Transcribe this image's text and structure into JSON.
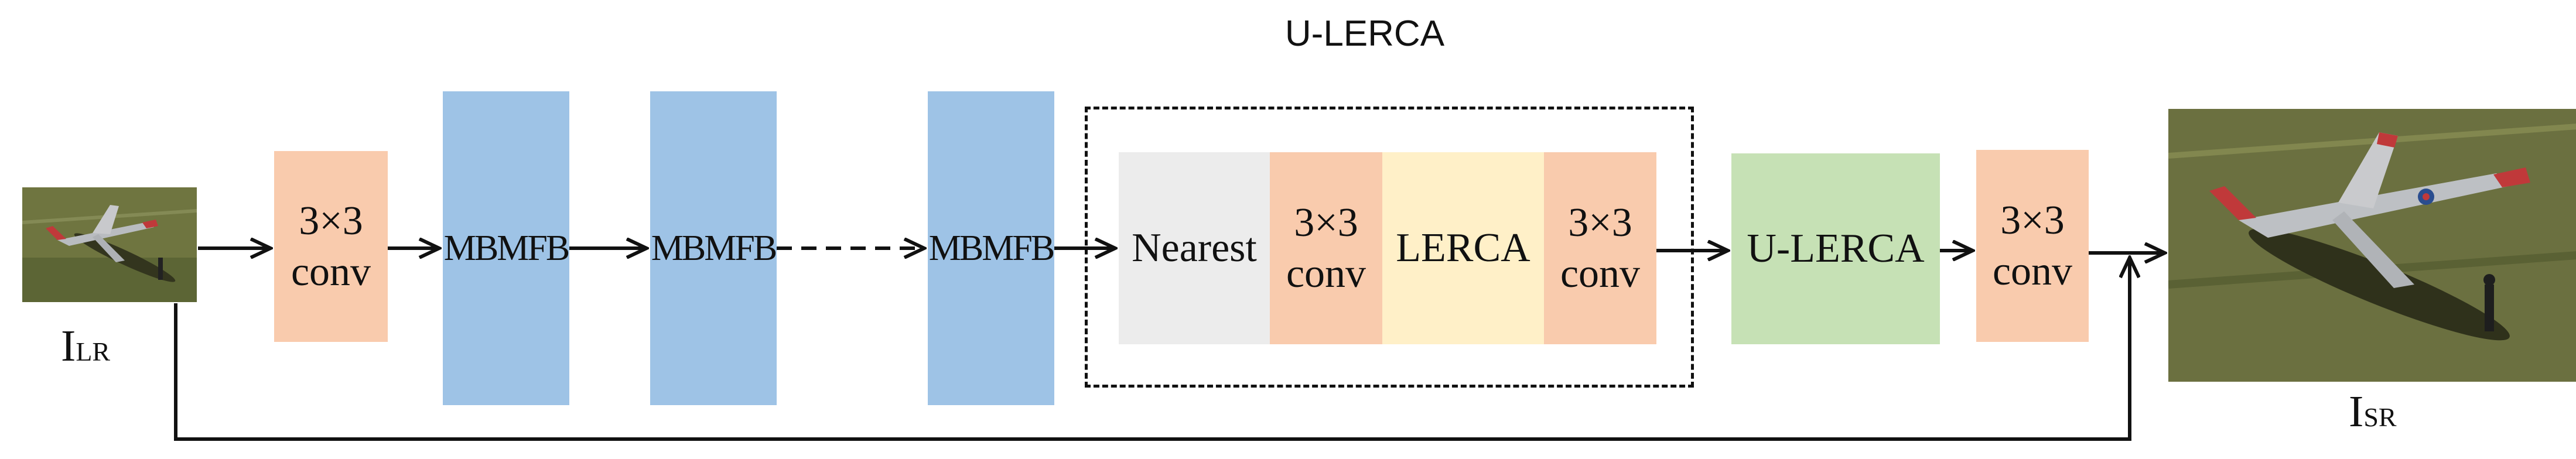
{
  "title": "U-LERCA",
  "input_label": {
    "main": "I",
    "sub": "LR"
  },
  "output_label": {
    "main": "I",
    "sub": "SR"
  },
  "blocks": {
    "conv1": [
      "3×3",
      "conv"
    ],
    "mbmfb1": "MBMFB",
    "mbmfb2": "MBMFB",
    "mbmfb3": "MBMFB",
    "nearest": "Nearest",
    "conv2": [
      "3×3",
      "conv"
    ],
    "lerca": "LERCA",
    "conv3": [
      "3×3",
      "conv"
    ],
    "ulerca": "U-LERCA",
    "conv4": [
      "3×3",
      "conv"
    ]
  },
  "colors": {
    "conv": "#f9cbad",
    "mbmfb": "#9ec3e6",
    "nearest": "#ececec",
    "lerca": "#fff0c8",
    "ulerca": "#c6e1b5",
    "line": "#111111"
  }
}
